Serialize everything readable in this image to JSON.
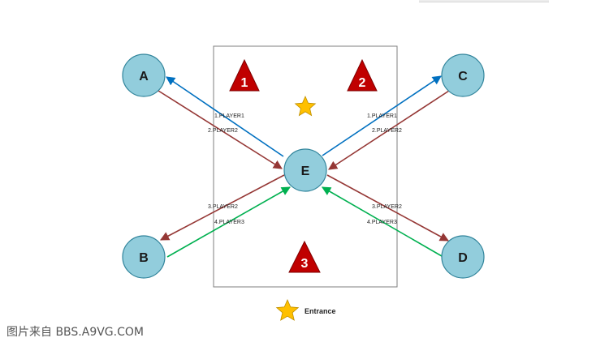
{
  "nodes": {
    "A": "A",
    "B": "B",
    "C": "C",
    "D": "D",
    "E": "E"
  },
  "spawns": {
    "s1": "1",
    "s2": "2",
    "s3": "3"
  },
  "edges": {
    "a_player1": "1.PLAYER1",
    "a_player2": "2.PLAYER2",
    "c_player1": "1.PLAYER1",
    "c_player2": "2.PLAYER2",
    "b_player2": "3.PLAYER2",
    "b_player3": "4.PLAYER3",
    "d_player2": "3.PLAYER2",
    "d_player3": "4.PLAYER3"
  },
  "legend": {
    "entrance": "Entrance"
  },
  "watermark": "图片来自 BBS.A9VG.COM",
  "colors": {
    "node_fill": "#92cddc",
    "node_stroke": "#31849b",
    "triangle_fill": "#c00000",
    "star_fill": "#ffc000",
    "player1": "#0070c0",
    "player2": "#953735",
    "player3": "#00b050"
  }
}
